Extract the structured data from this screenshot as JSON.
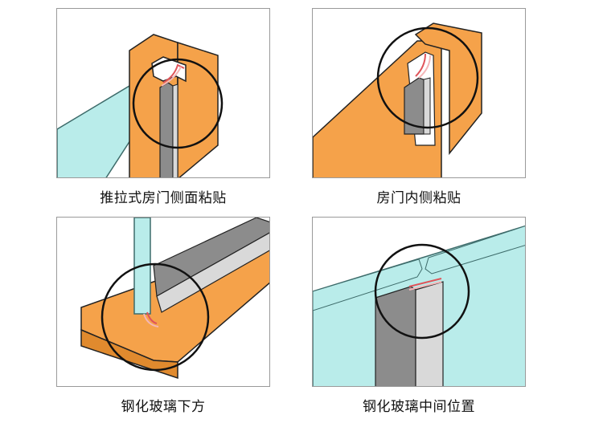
{
  "colors": {
    "wood": "#f5a24a",
    "wood_dark": "#e08a2e",
    "wood_edge": "#222222",
    "glass": "#b9ecea",
    "glass_line": "#3d6b6a",
    "strip_grey": "#8c8c8c",
    "strip_light": "#d9d9d9",
    "seal_red": "#e0545a",
    "seal_pink": "#f4b6b8",
    "highlight_circle": "#111111"
  },
  "panels": [
    {
      "caption": "推拉式房门侧面粘贴",
      "icon": "sliding-door-side-detail"
    },
    {
      "caption": "房门内侧粘贴",
      "icon": "door-inner-side-detail"
    },
    {
      "caption": "钢化玻璃下方",
      "icon": "tempered-glass-bottom-detail"
    },
    {
      "caption": "钢化玻璃中间位置",
      "icon": "tempered-glass-middle-detail"
    }
  ]
}
